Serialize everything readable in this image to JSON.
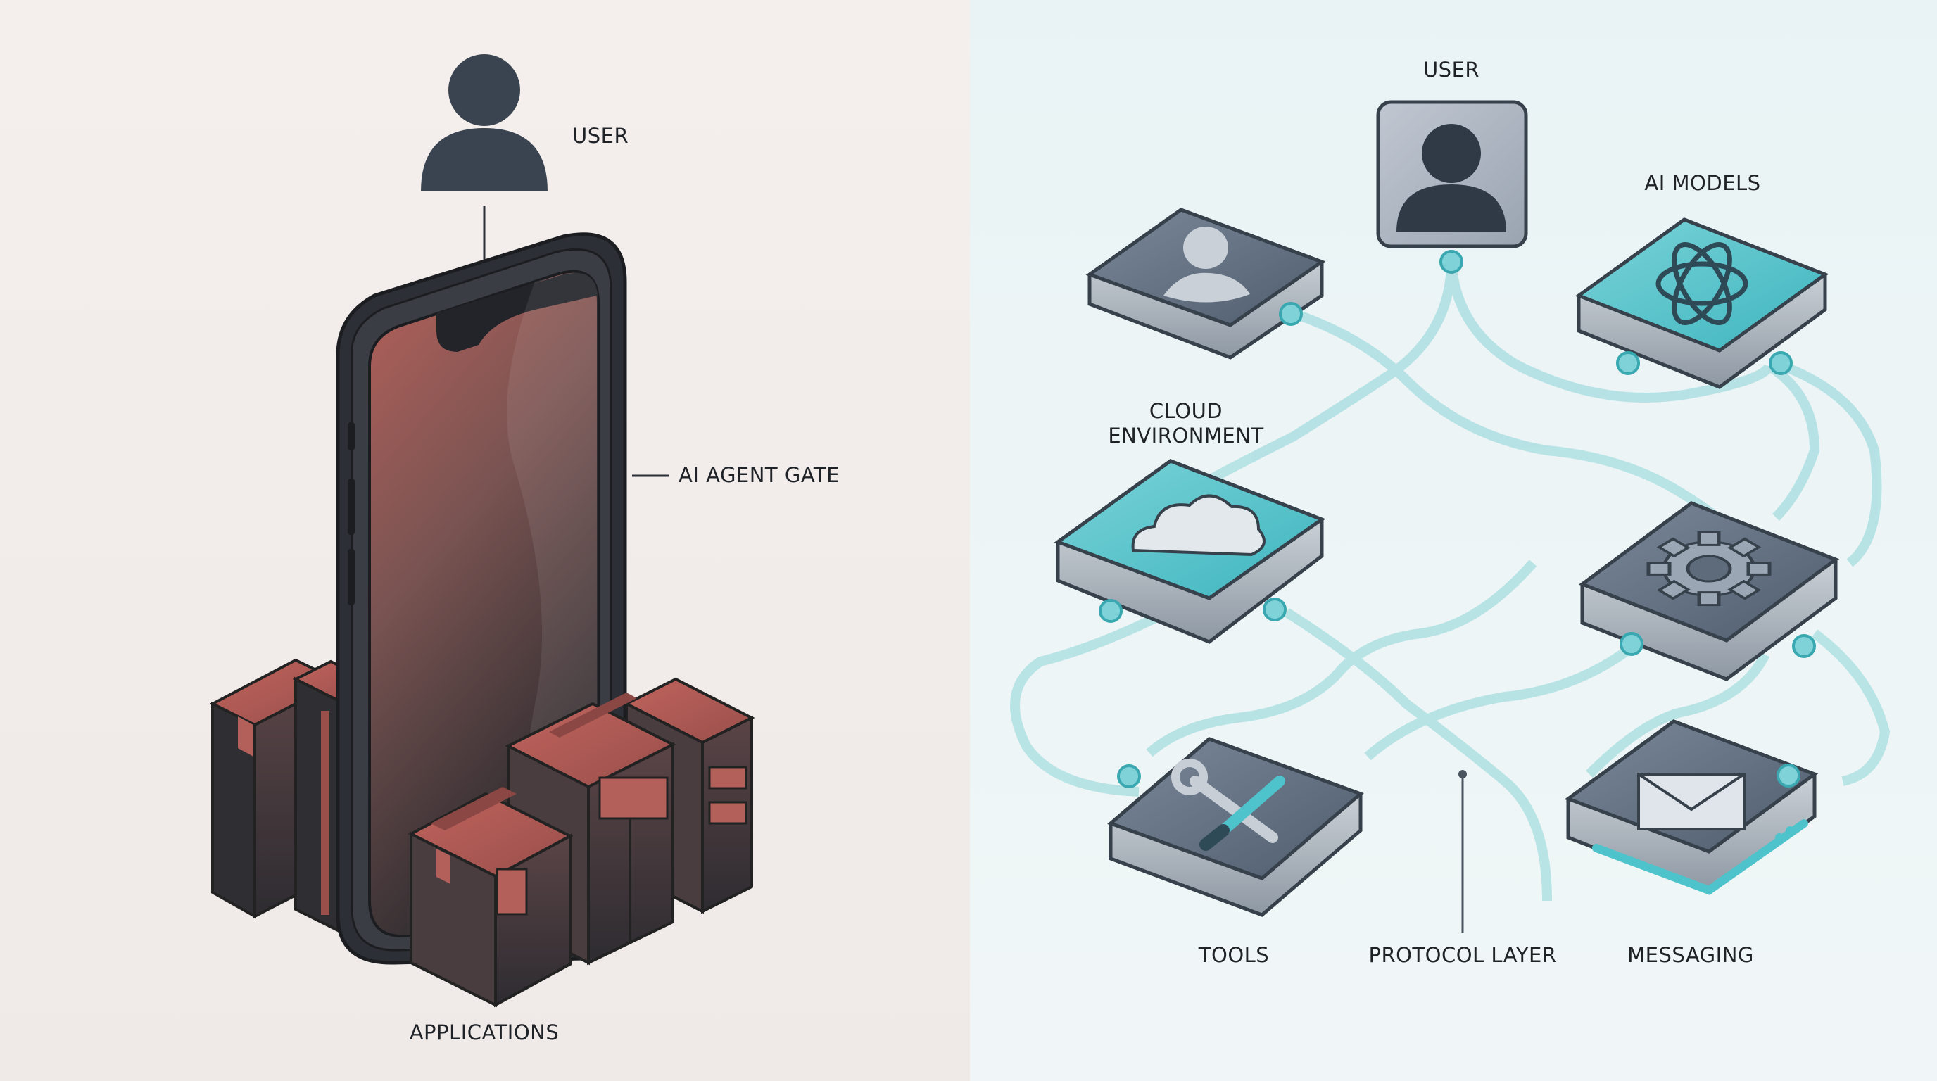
{
  "left": {
    "user_label": "USER",
    "gate_label": "AI AGENT GATE",
    "applications_label": "APPLICATIONS",
    "icons": [
      "user-icon",
      "smartphone-icon",
      "app-box-icon"
    ],
    "colors": {
      "background": "#f3eeec",
      "device_frame": "#2c2f36",
      "accent": "#b5605b"
    }
  },
  "right": {
    "user_label": "USER",
    "ai_models_label": "AI MODELS",
    "cloud_label_line1": "CLOUD",
    "cloud_label_line2": "ENVIRONMENT",
    "tools_label": "TOOLS",
    "protocol_label": "PROTOCOL LAYER",
    "messaging_label": "MESSAGING",
    "icons": [
      "user-icon",
      "person-icon",
      "ai-model-icon",
      "cloud-icon",
      "gear-icon",
      "tools-icon",
      "envelope-icon"
    ],
    "colors": {
      "background": "#e9f3f5",
      "teal": "#4fc3cb",
      "slate": "#5b6b7e",
      "line": "#aee0e3"
    }
  }
}
